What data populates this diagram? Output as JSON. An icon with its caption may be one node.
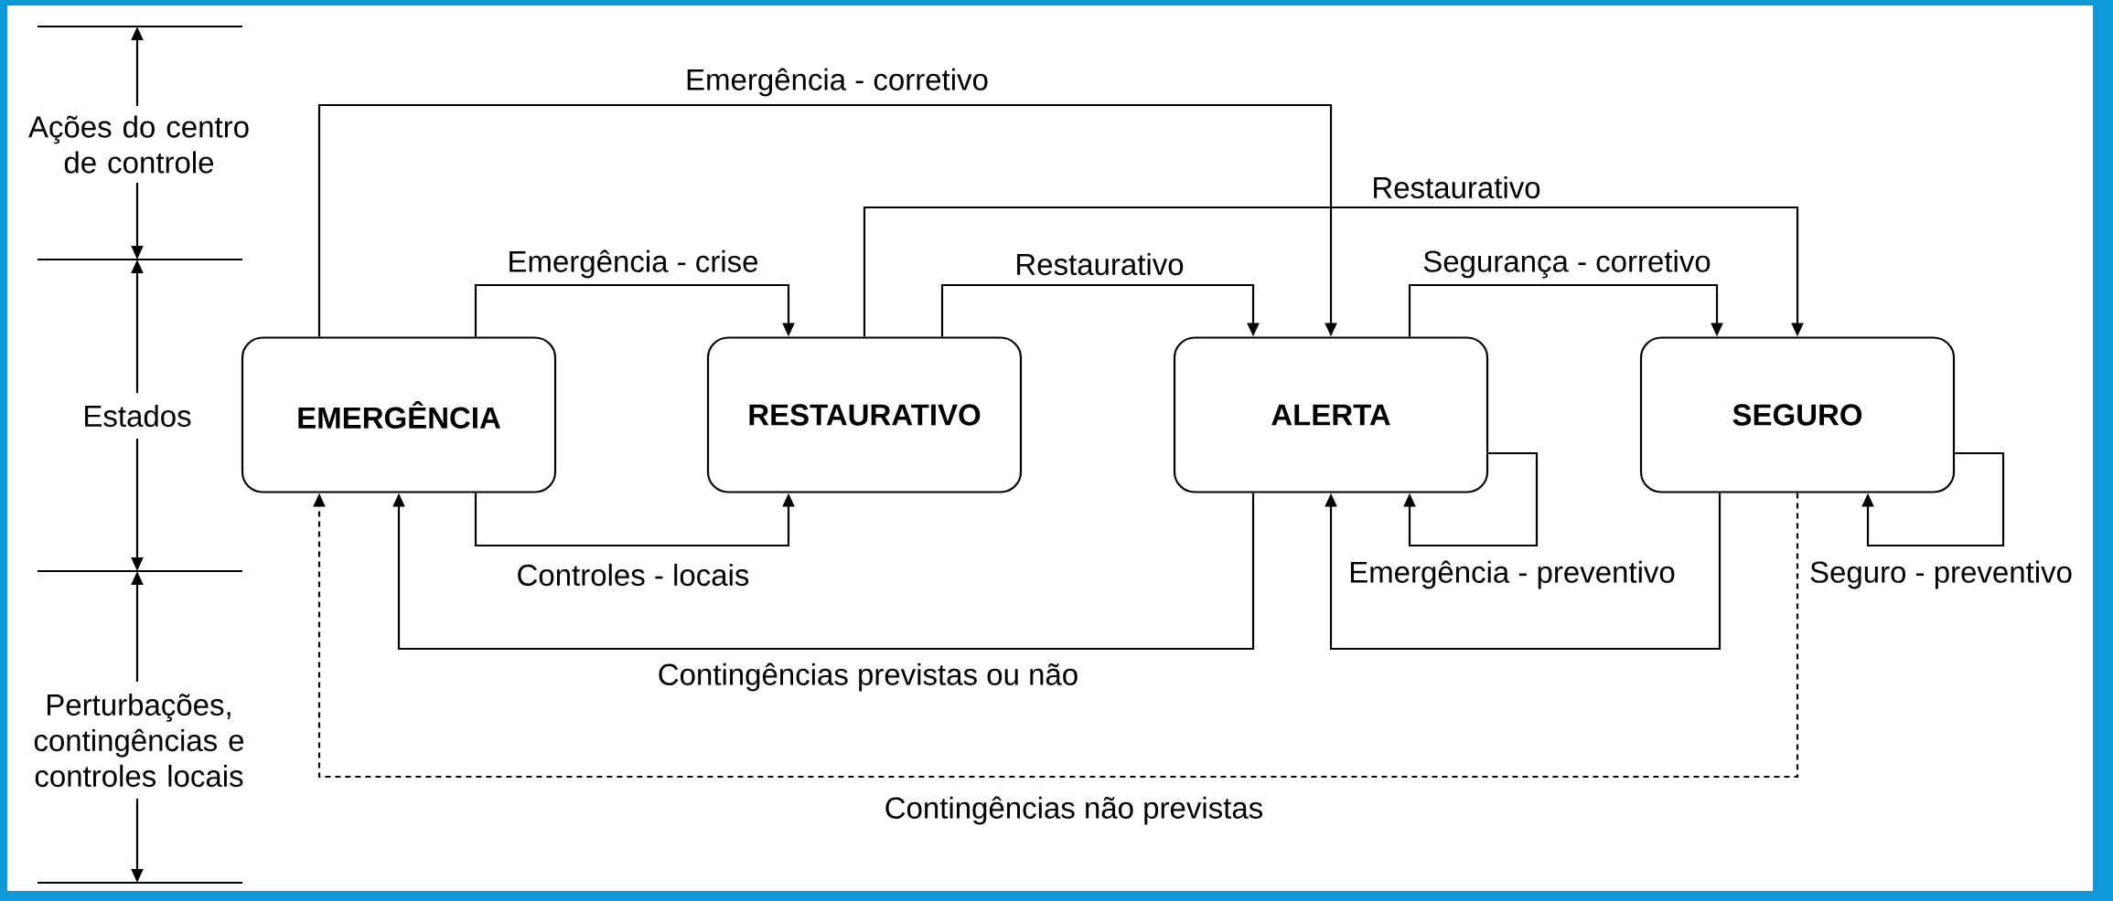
{
  "diagram": {
    "nodes": [
      {
        "text": [
          "EMERGÊNCIA"
        ]
      },
      {
        "text": [
          "RESTAURATIVO"
        ]
      },
      {
        "text": [
          "ALERTA"
        ]
      },
      {
        "text": [
          "SEGURO"
        ]
      }
    ],
    "edges": [
      {
        "from": 0,
        "to": 2,
        "arrow": "to",
        "label": "Emergência - corretivo"
      },
      {
        "from": 1,
        "to": 3,
        "arrow": "to",
        "label": "Restaurativo"
      },
      {
        "from": 0,
        "to": 1,
        "arrow": "to",
        "label": "Emergência - crise"
      },
      {
        "from": 1,
        "to": 2,
        "arrow": "to",
        "label": "Restaurativo"
      },
      {
        "from": 2,
        "to": 3,
        "arrow": "to",
        "label": "Segurança - corretivo"
      },
      {
        "from": 0,
        "to": 1,
        "arrow": "to",
        "label": "Controles - locais"
      },
      {
        "from": 2,
        "to": 2,
        "arrow": "to",
        "label": "Emergência - preventivo"
      },
      {
        "from": 3,
        "to": 3,
        "arrow": "to",
        "label": "Seguro - preventivo"
      },
      {
        "from": 2,
        "to": 0,
        "arrow": "to",
        "label": "Contingências previstas ou não"
      },
      {
        "from": 3,
        "to": 2,
        "arrow": "to"
      },
      {
        "from": 3,
        "to": 0,
        "arrow": "to",
        "label": "Contingências não previstas",
        "style": "dashed"
      }
    ],
    "labels": [
      "Ações do centro de controle",
      "Estados",
      "Perturbações, contingências e controles locais"
    ]
  }
}
